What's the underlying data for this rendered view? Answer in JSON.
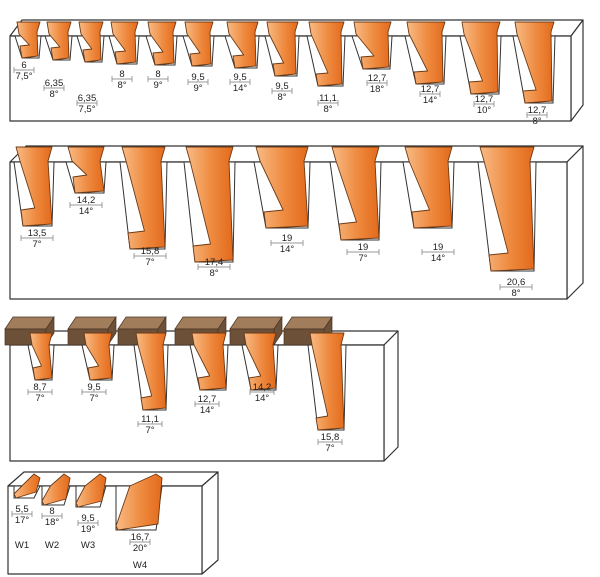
{
  "colors": {
    "bit_light": "#f6b07a",
    "bit_dark": "#e8701f",
    "wood_top": "#a27d5c",
    "wood_side": "#6d5038",
    "outline": "#333333"
  },
  "rows": [
    {
      "items": [
        {
          "width": "6",
          "angle": "7,5°"
        },
        {
          "width": "6,35",
          "angle": "8°"
        },
        {
          "width": "6,35",
          "angle": "7,5°"
        },
        {
          "width": "8",
          "angle": "8°"
        },
        {
          "width": "8",
          "angle": "9°"
        },
        {
          "width": "9,5",
          "angle": "9°"
        },
        {
          "width": "9,5",
          "angle": "14°"
        },
        {
          "width": "9,5",
          "angle": "8°"
        },
        {
          "width": "11,1",
          "angle": "8°"
        },
        {
          "width": "12,7",
          "angle": "18°"
        },
        {
          "width": "12,7",
          "angle": "14°"
        },
        {
          "width": "12,7",
          "angle": "10°"
        },
        {
          "width": "12,7",
          "angle": "8°"
        }
      ]
    },
    {
      "items": [
        {
          "width": "13,5",
          "angle": "7°"
        },
        {
          "width": "14,2",
          "angle": "14°"
        },
        {
          "width": "15,8",
          "angle": "7°"
        },
        {
          "width": "17,4",
          "angle": "8°"
        },
        {
          "width": "19",
          "angle": "14°"
        },
        {
          "width": "19",
          "angle": "7°"
        },
        {
          "width": "19",
          "angle": "14°"
        },
        {
          "width": "20,6",
          "angle": "8°"
        }
      ]
    },
    {
      "items": [
        {
          "width": "8,7",
          "angle": "7°"
        },
        {
          "width": "9,5",
          "angle": "7°"
        },
        {
          "width": "11,1",
          "angle": "7°"
        },
        {
          "width": "12,7",
          "angle": "14°"
        },
        {
          "width": "14,2",
          "angle": "14°"
        },
        {
          "width": "15,8",
          "angle": "7°"
        }
      ]
    },
    {
      "items": [
        {
          "width": "5,5",
          "angle": "17°",
          "code": "W1"
        },
        {
          "width": "8",
          "angle": "18°",
          "code": "W2"
        },
        {
          "width": "9,5",
          "angle": "19°",
          "code": "W3"
        },
        {
          "width": "16,7",
          "angle": "20°",
          "code": "W4"
        }
      ]
    }
  ]
}
